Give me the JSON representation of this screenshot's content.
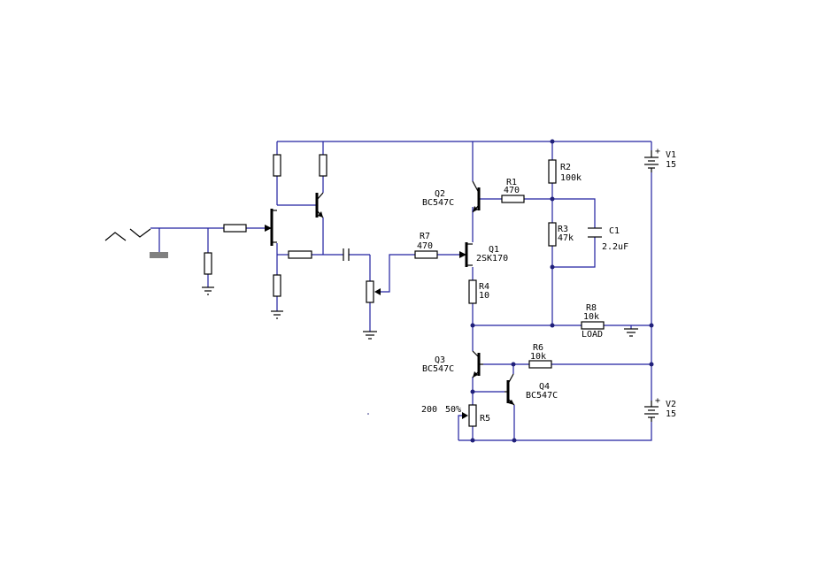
{
  "components": {
    "q2": {
      "name": "Q2",
      "part": "BC547C"
    },
    "r1": {
      "name": "R1",
      "value": "470"
    },
    "r2": {
      "name": "R2",
      "value": "100k"
    },
    "r3": {
      "name": "R3",
      "value": "47k"
    },
    "c1": {
      "name": "C1",
      "value": "2.2uF"
    },
    "r7": {
      "name": "R7",
      "value": "470"
    },
    "q1": {
      "name": "Q1",
      "part": "2SK170"
    },
    "r4": {
      "name": "R4",
      "value": "10"
    },
    "r8": {
      "name": "R8",
      "value": "10k",
      "note": "LOAD"
    },
    "q3": {
      "name": "Q3",
      "part": "BC547C"
    },
    "r6": {
      "name": "R6",
      "value": "10k"
    },
    "q4": {
      "name": "Q4",
      "part": "BC547C"
    },
    "r5": {
      "name": "R5",
      "value": "200",
      "setting": "50%"
    },
    "v1": {
      "name": "V1",
      "value": "15",
      "polarity": "+"
    },
    "v2": {
      "name": "V2",
      "value": "15",
      "polarity": "+"
    }
  },
  "colors": {
    "wire": "#2020a0",
    "component": "#000000",
    "junction": "#20207a",
    "source_terminal": "#808080"
  }
}
